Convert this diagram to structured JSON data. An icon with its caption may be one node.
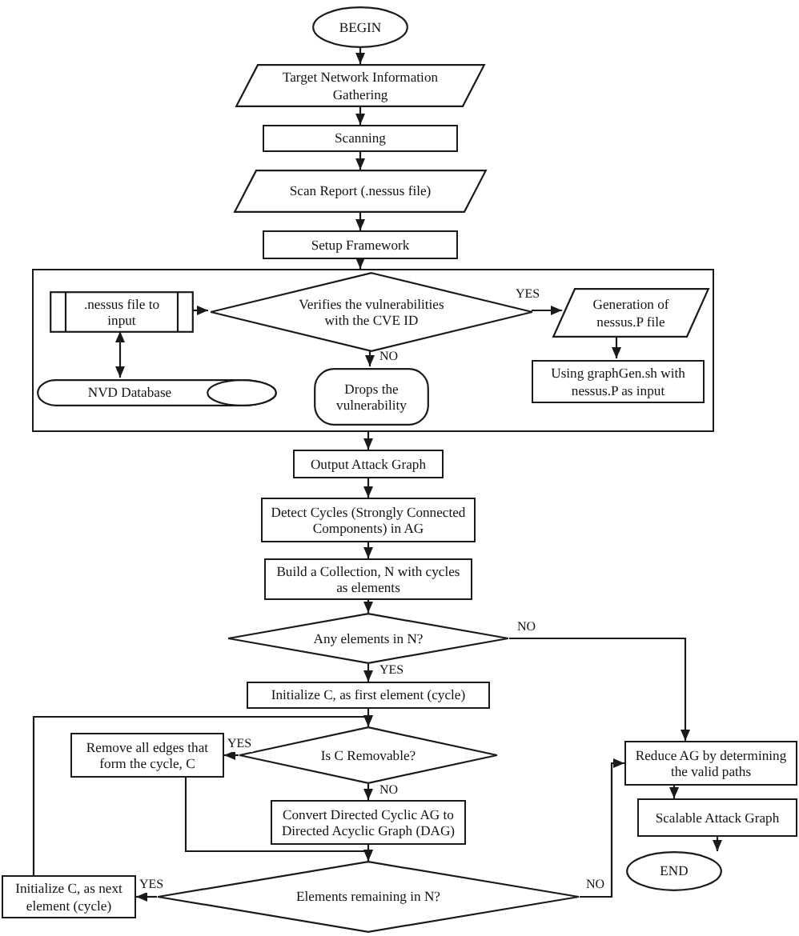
{
  "diagram": {
    "nodes": [
      {
        "text": [
          "BEGIN"
        ]
      },
      {
        "text": [
          "Target Network Information Gathering"
        ]
      },
      {
        "text": [
          "Scanning"
        ]
      },
      {
        "text": [
          "Scan Report (.nessus file)"
        ]
      },
      {
        "text": [
          "Setup Framework"
        ]
      },
      {
        "text": [],
        "shape": "box"
      },
      {
        "text": [
          ".nessus file to input"
        ],
        "in": 5
      },
      {
        "text": [
          "Verifies the vulnerabilities with the CVE ID"
        ],
        "in": 5
      },
      {
        "text": [
          "Generation of nessus.P file"
        ],
        "in": 5
      },
      {
        "text": [
          "NVD Database"
        ],
        "in": 5
      },
      {
        "text": [
          "Drops the vulnerability"
        ],
        "in": 5
      },
      {
        "text": [
          "Using graphGen.sh with nessus.P as input"
        ],
        "in": 5
      },
      {
        "text": [
          "Output Attack Graph"
        ]
      },
      {
        "text": [
          "Detect Cycles (Strongly Connected Components) in AG"
        ]
      },
      {
        "text": [
          "Build a Collection, N with cycles as elements"
        ]
      },
      {
        "text": [
          "Any elements in N?"
        ]
      },
      {
        "text": [
          "Initialize C, as first element (cycle)"
        ]
      },
      {
        "text": [
          "Is C Removable?"
        ]
      },
      {
        "text": [
          "Remove all edges that form the cycle, C"
        ]
      },
      {
        "text": [
          "Convert Directed Cyclic AG to Directed Acyclic Graph (DAG)"
        ]
      },
      {
        "text": [
          "Elements remaining in N?"
        ]
      },
      {
        "text": [
          "Initialize C, as next element (cycle)"
        ]
      },
      {
        "text": [
          "Reduce AG by determining the valid paths"
        ]
      },
      {
        "text": [
          "Scalable Attack Graph"
        ]
      },
      {
        "text": [
          "END"
        ]
      }
    ],
    "edges": [
      {
        "from": 0,
        "to": 1,
        "arrow": "to"
      },
      {
        "from": 1,
        "to": 2,
        "arrow": "to"
      },
      {
        "from": 2,
        "to": 3,
        "arrow": "to"
      },
      {
        "from": 3,
        "to": 4,
        "arrow": "to"
      },
      {
        "from": 4,
        "to": 5,
        "arrow": "to"
      },
      {
        "from": 6,
        "to": 7,
        "arrow": "to"
      },
      {
        "from": 7,
        "to": 8,
        "arrow": "to",
        "label": "YES"
      },
      {
        "from": 6,
        "to": 9,
        "arrow": "both"
      },
      {
        "from": 7,
        "to": 10,
        "arrow": "to",
        "label": "NO"
      },
      {
        "from": 8,
        "to": 11,
        "arrow": "to"
      },
      {
        "from": 5,
        "to": 12,
        "arrow": "to"
      },
      {
        "from": 12,
        "to": 13,
        "arrow": "to"
      },
      {
        "from": 13,
        "to": 14,
        "arrow": "to"
      },
      {
        "from": 14,
        "to": 15,
        "arrow": "to"
      },
      {
        "from": 15,
        "to": 22,
        "arrow": "to",
        "label": "NO"
      },
      {
        "from": 15,
        "to": 16,
        "arrow": "to",
        "label": "YES"
      },
      {
        "from": 16,
        "to": 17,
        "arrow": "to"
      },
      {
        "from": 17,
        "to": 18,
        "arrow": "to",
        "label": "YES"
      },
      {
        "from": 17,
        "to": 19,
        "arrow": "to",
        "label": "NO"
      },
      {
        "from": 18,
        "to": 20,
        "arrow": "to"
      },
      {
        "from": 19,
        "to": 20,
        "arrow": "to"
      },
      {
        "from": 20,
        "to": 21,
        "arrow": "to",
        "label": "YES"
      },
      {
        "from": 20,
        "to": 22,
        "arrow": "to",
        "label": "NO"
      },
      {
        "from": 21,
        "to": 17,
        "arrow": "to"
      },
      {
        "from": 22,
        "to": 23,
        "arrow": "to"
      },
      {
        "from": 23,
        "to": 24,
        "arrow": "to"
      }
    ]
  }
}
